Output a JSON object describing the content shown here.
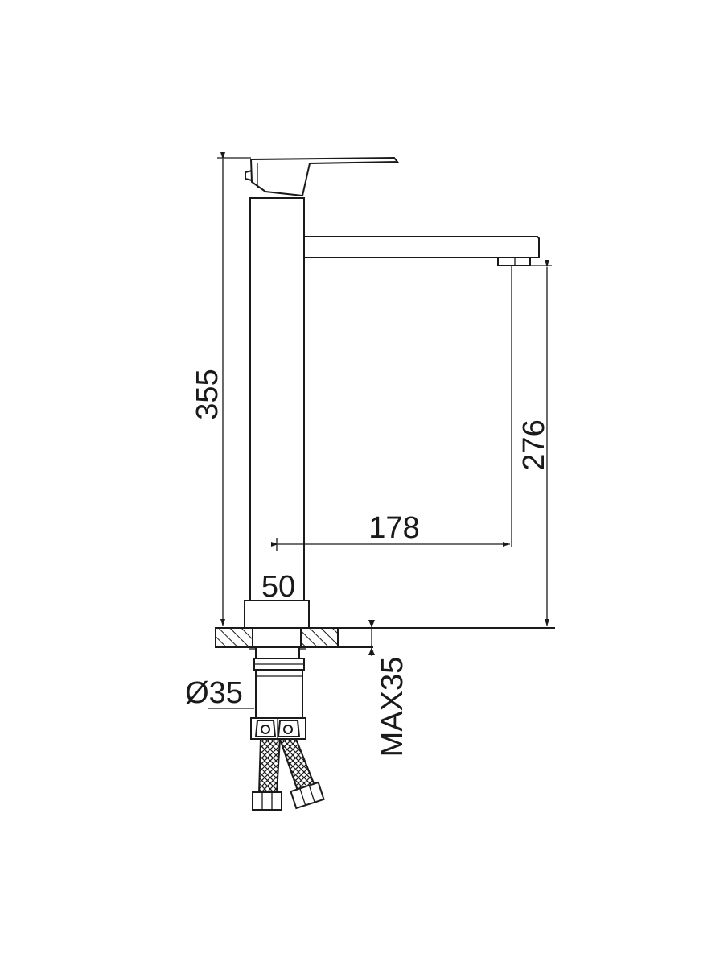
{
  "diagram": {
    "dimensions": {
      "total_height": "355",
      "spout_height": "276",
      "spout_reach": "178",
      "base_width": "50",
      "shank_diameter": "Ø35",
      "max_deck_thickness": "MAX35"
    },
    "colors": {
      "line": "#1a1a1a",
      "background": "#ffffff"
    }
  }
}
